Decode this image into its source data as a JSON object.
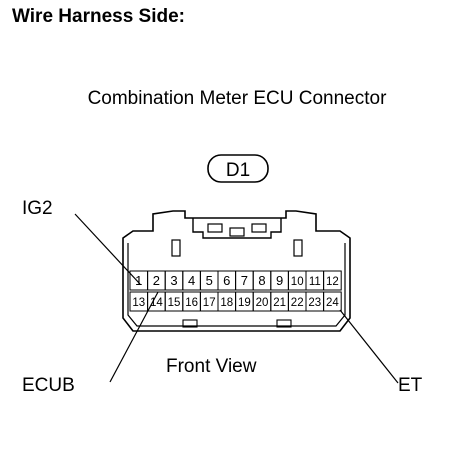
{
  "heading": "Wire Harness Side:",
  "connector_title": "Combination Meter ECU Connector",
  "connector_code": "D1",
  "view_label": "Front View",
  "callouts": {
    "ig2": "IG2",
    "ecub": "ECUB",
    "et": "ET"
  },
  "pins": {
    "top_row": [
      "1",
      "2",
      "3",
      "4",
      "5",
      "6",
      "7",
      "8",
      "9",
      "10",
      "11",
      "12"
    ],
    "bottom_row": [
      "13",
      "14",
      "15",
      "16",
      "17",
      "18",
      "19",
      "20",
      "21",
      "22",
      "23",
      "24"
    ]
  },
  "colors": {
    "line": "#000000",
    "background": "#ffffff"
  }
}
